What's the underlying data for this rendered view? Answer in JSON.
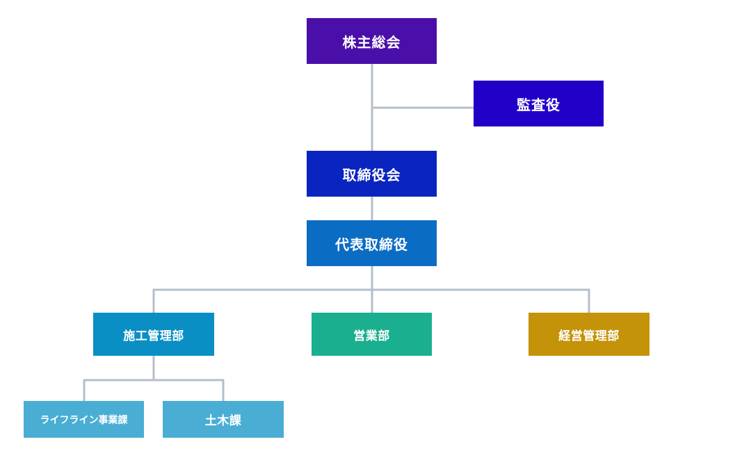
{
  "org_chart": {
    "shareholders": {
      "label": "株主総会",
      "color": "#4a0fa8"
    },
    "auditor": {
      "label": "監査役",
      "color": "#2200c8"
    },
    "board": {
      "label": "取締役会",
      "color": "#0a24c0"
    },
    "president": {
      "label": "代表取締役",
      "color": "#0b6cc4"
    },
    "departments": [
      {
        "label": "施工管理部",
        "color": "#0a8fc4"
      },
      {
        "label": "営業部",
        "color": "#1aaf8e"
      },
      {
        "label": "経営管理部",
        "color": "#c4930a"
      }
    ],
    "sections": [
      {
        "label": "ライフライン事業課",
        "color": "#4aaed4"
      },
      {
        "label": "土木課",
        "color": "#4aaed4"
      }
    ],
    "connector_color": "#b3bfcb"
  }
}
